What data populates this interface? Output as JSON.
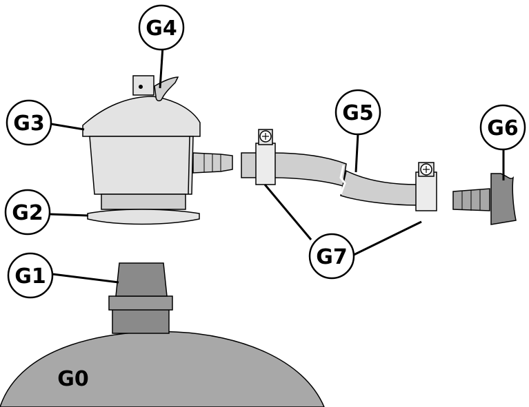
{
  "labels": {
    "g0": "G0",
    "g1": "G1",
    "g2": "G2",
    "g3": "G3",
    "g4": "G4",
    "g5": "G5",
    "g6": "G6",
    "g7": "G7"
  },
  "colors": {
    "cylinder": "#a8a8a8",
    "valve_dark": "#8a8a8a",
    "regulator": "#e3e3e3",
    "hose": "#cfcfcf",
    "clamp": "#ececec",
    "outline": "#000000"
  }
}
